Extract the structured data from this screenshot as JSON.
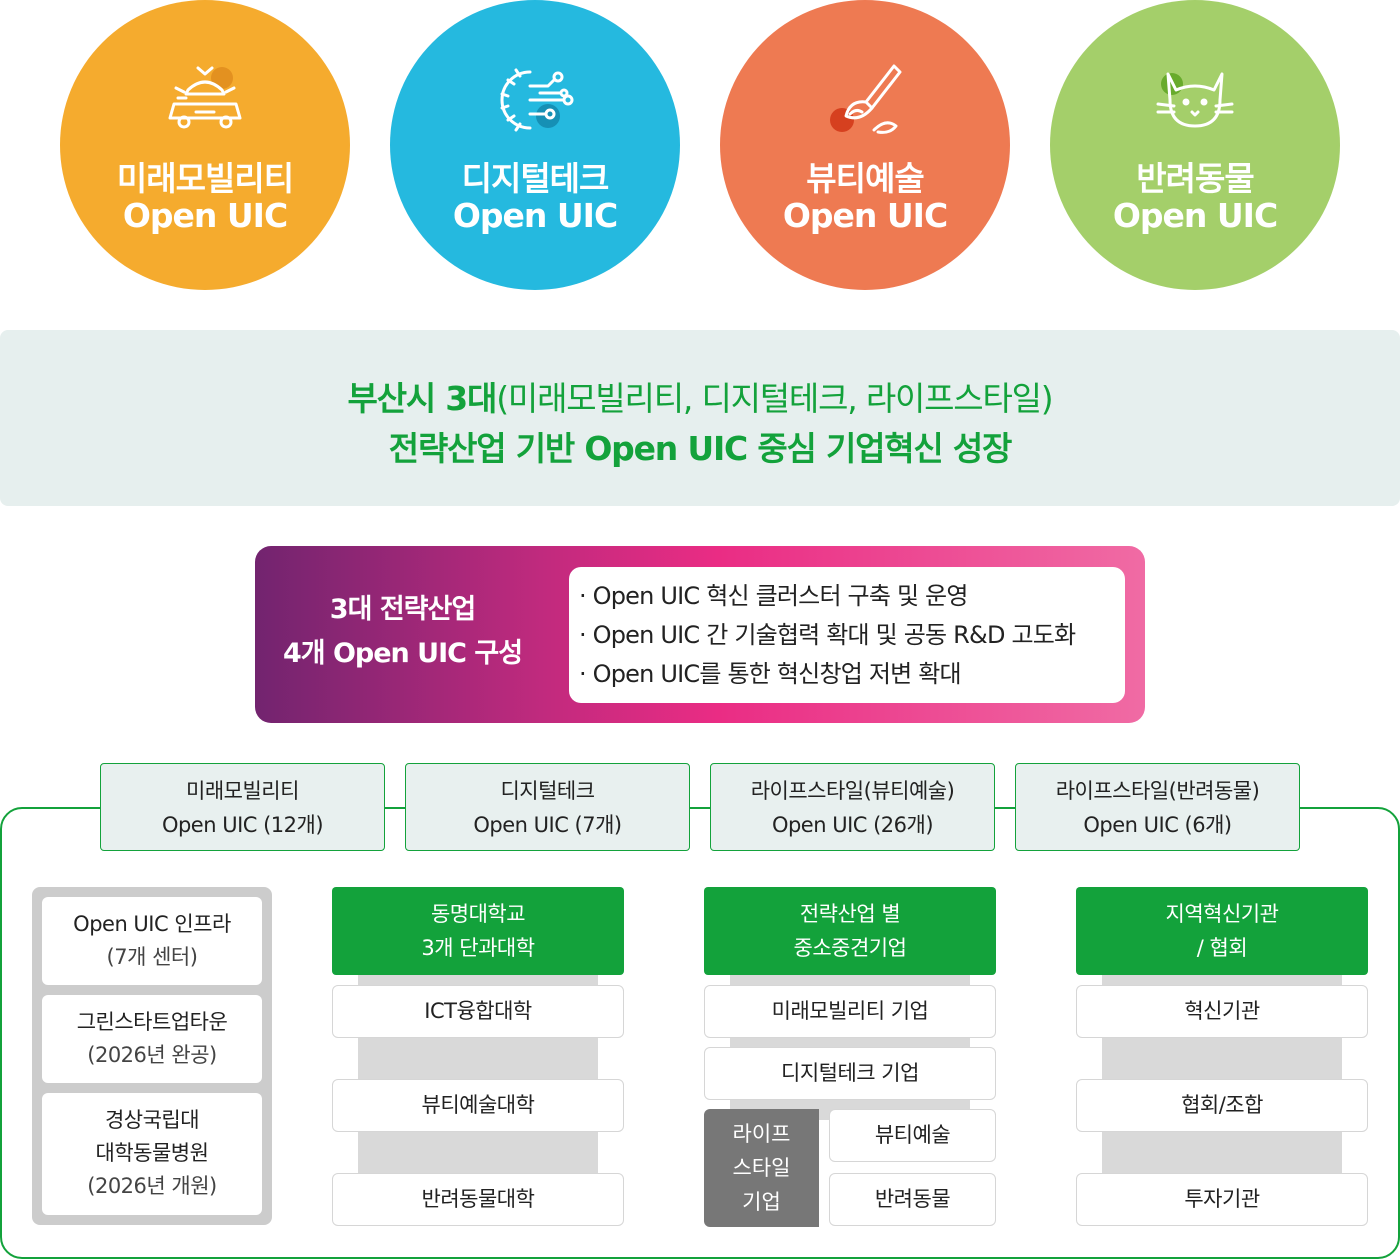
{
  "circles": [
    {
      "icon": "car-bell-icon",
      "line1": "미래모빌리티",
      "line2": "Open UIC",
      "color": "#f5ab2e"
    },
    {
      "icon": "digital-gear-icon",
      "line1": "디지털테크",
      "line2": "Open UIC",
      "color": "#25b9df"
    },
    {
      "icon": "brush-icon",
      "line1": "뷰티예술",
      "line2": "Open UIC",
      "color": "#ee7a52"
    },
    {
      "icon": "cat-icon",
      "line1": "반려동물",
      "line2": "Open UIC",
      "color": "#a4cf6a"
    }
  ],
  "banner": {
    "line1_bold": "부산시 3대",
    "line1_rest": "(미래모빌리티, 디지털테크, 라이프스타일)",
    "line2": "전략산업 기반 Open UIC 중심 기업혁신 성장"
  },
  "strategy": {
    "left_line1": "3대 전략산업",
    "left_line2": "4개 Open UIC 구성",
    "bullets": [
      "· Open UIC 혁신 클러스터 구축 및 운영",
      "· Open UIC 간 기술협력 확대 및 공동 R&D 고도화",
      "· Open UIC를 통한 혁신창업 저변 확대"
    ]
  },
  "tabs": [
    {
      "line1": "미래모빌리티",
      "line2": "Open UIC (12개)"
    },
    {
      "line1": "디지털테크",
      "line2": "Open UIC (7개)"
    },
    {
      "line1": "라이프스타일(뷰티예술)",
      "line2": "Open UIC (26개)"
    },
    {
      "line1": "라이프스타일(반려동물)",
      "line2": "Open UIC (6개)"
    }
  ],
  "infra": [
    {
      "line1": "Open UIC 인프라",
      "line2": "(7개 센터)"
    },
    {
      "line1": "그린스타트업타운",
      "line2": "(2026년 완공)"
    },
    {
      "line1": "경상국립대",
      "line1b": "대학동물병원",
      "line2": "(2026년 개원)"
    }
  ],
  "university": {
    "head1": "동명대학교",
    "head2": "3개 단과대학",
    "items": [
      "ICT융합대학",
      "뷰티예술대학",
      "반려동물대학"
    ]
  },
  "companies": {
    "head1": "전략산업 별",
    "head2": "중소중견기업",
    "items": [
      "미래모빌리티 기업",
      "디지털테크  기업"
    ],
    "lifestyle": {
      "l1": "라이프",
      "l2": "스타일",
      "l3": "기업"
    },
    "lifestyle_items": [
      "뷰티예술",
      "반려동물"
    ]
  },
  "institutions": {
    "head1": "지역혁신기관",
    "head2": "/ 협회",
    "items": [
      "혁신기관",
      "협회/조합",
      "투자기관"
    ]
  }
}
